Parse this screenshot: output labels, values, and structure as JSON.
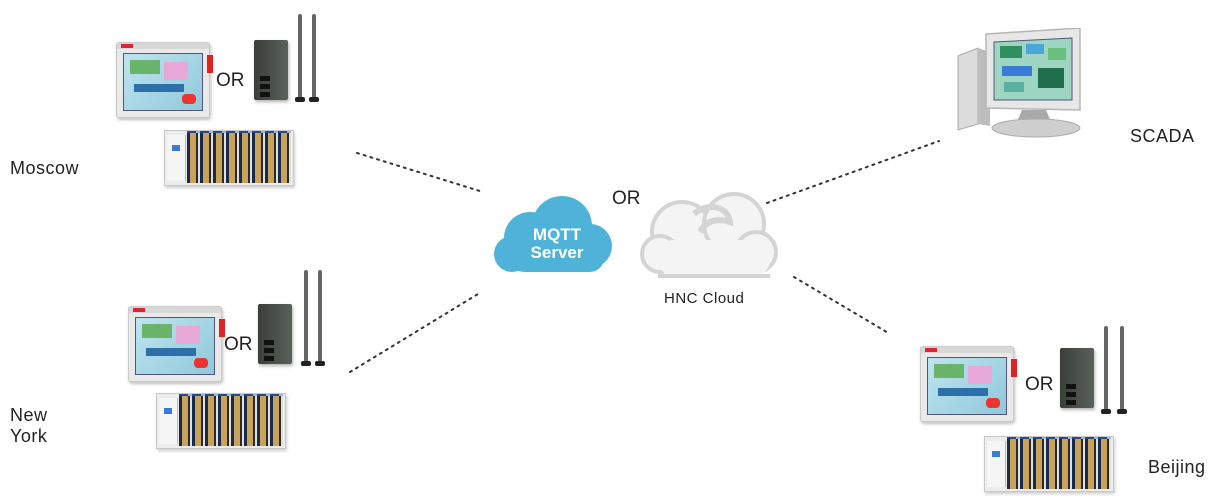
{
  "labels": {
    "moscow": "Moscow",
    "new_york": "New York",
    "beijing": "Beijing",
    "scada": "SCADA",
    "hnc_cloud": "HNC Cloud",
    "mqtt_line1": "MQTT",
    "mqtt_line2": "Server"
  },
  "or_text": {
    "moscow": "OR",
    "new_york": "OR",
    "beijing": "OR",
    "cloud": "OR"
  },
  "colors": {
    "mqtt_cloud": "#4fb3d9",
    "hnc_cloud_fill": "#f4f4f4",
    "hnc_cloud_stroke": "#d7d7d7",
    "connector": "#333333"
  },
  "icons": [
    "hmi-panel-icon",
    "4g-gateway-icon",
    "plc-rack-icon",
    "scada-pc-icon",
    "mqtt-cloud-icon",
    "hnc-cloud-icon"
  ]
}
